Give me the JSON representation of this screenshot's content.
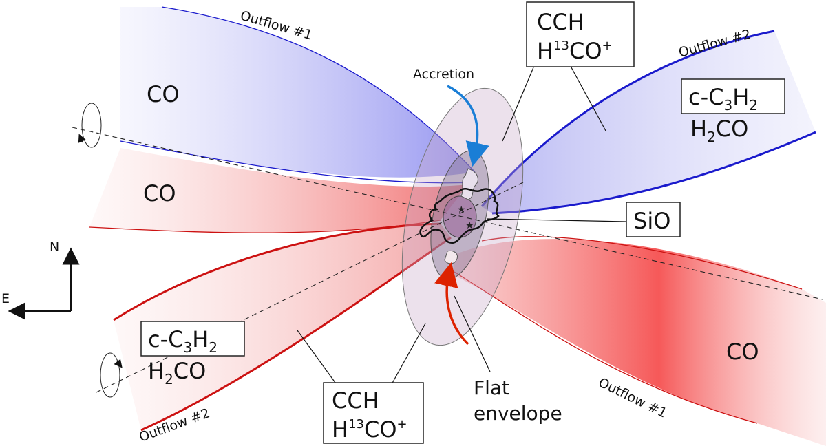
{
  "labels": {
    "co_upper_left": "CO",
    "co_mid_left": "CO",
    "co_lower_right": "CO",
    "outflow1_top": "Outflow #1",
    "outflow1_bottom": "Outflow #1",
    "outflow2_top": "Outflow #2",
    "outflow2_bottom": "Outflow #2",
    "accretion": "Accretion",
    "sio": "SiO",
    "flat_envelope_line1": "Flat",
    "flat_envelope_line2": "envelope",
    "compass_north": "N",
    "compass_east": "E"
  },
  "boxes": {
    "top_box": {
      "line1": "CCH",
      "line2_prefix": "H",
      "line2_sup": "13",
      "line2_mid": "CO",
      "line2_sup2": "+"
    },
    "bottom_box": {
      "line1": "CCH",
      "line2_prefix": "H",
      "line2_sup": "13",
      "line2_mid": "CO",
      "line2_sup2": "+"
    },
    "right_box": {
      "c": "c-C",
      "sub1": "3",
      "h": "H",
      "sub2": "2",
      "under_h": "H",
      "under_sub": "2",
      "under_rest": "CO"
    },
    "left_box": {
      "c": "c-C",
      "sub1": "3",
      "h": "H",
      "sub2": "2",
      "under_h": "H",
      "under_sub": "2",
      "under_rest": "CO"
    }
  },
  "colors": {
    "blue": "#1a1acc",
    "red": "#cc1111",
    "accretion_blue": "#1a7ed6",
    "accretion_red": "#dd2200"
  }
}
